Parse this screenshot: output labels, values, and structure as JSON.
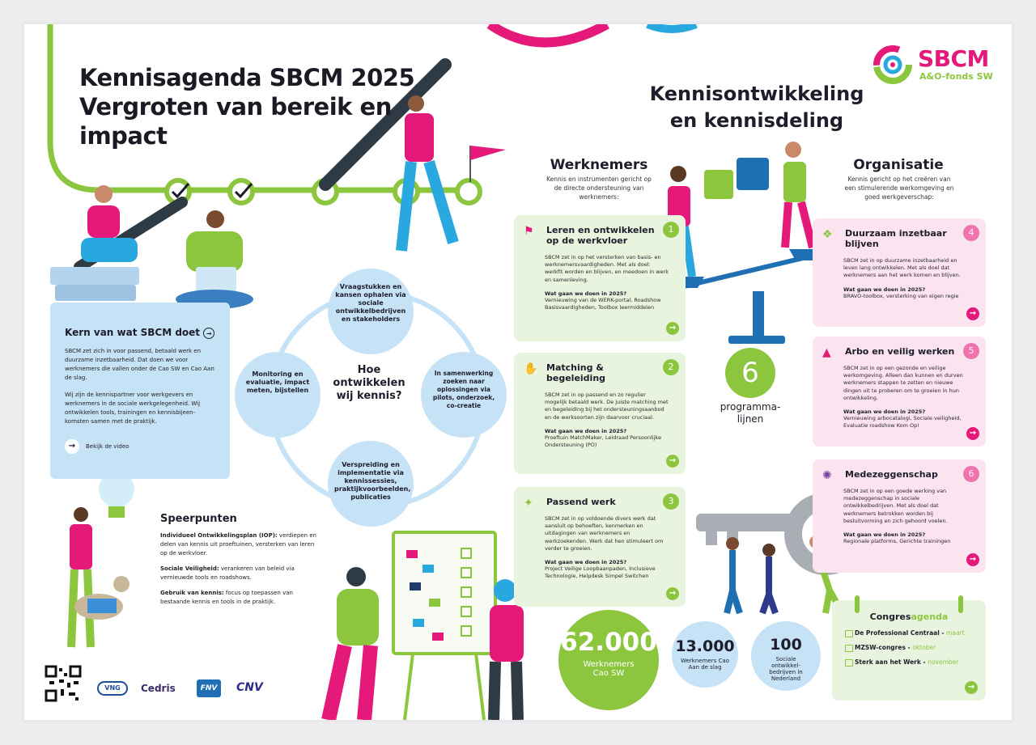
{
  "title_lines": [
    "Kennisagenda SBCM 2025",
    "Vergroten van bereik en",
    "impact"
  ],
  "logo": {
    "name": "SBCM",
    "sub": "A&O-fonds SW"
  },
  "right_title": [
    "Kennisontwikkeling",
    "en kennisdeling"
  ],
  "werknemers": {
    "heading": "Werknemers",
    "sub": "Kennis en instrumenten gericht op de directe ondersteuning van werknemers:"
  },
  "organisatie": {
    "heading": "Organisatie",
    "sub": "Kennis gericht op het creëren van een stimulerende werkomgeving en goed werkgeverschap:"
  },
  "kern": {
    "title": "Kern van wat SBCM doet",
    "p1": "SBCM zet zich in voor passend, betaald werk en duurzame inzetbaarheid. Dat doen we voor werknemers die vallen onder de Cao SW en Cao Aan de slag.",
    "p2": "Wij zijn de kennispartner voor werkgevers en werknemers in de sociale werkgelegenheid. Wij ontwikkelen tools, trainingen en kennisbijeen-komsten samen met de praktijk.",
    "video": "Bekijk de video"
  },
  "cycle": {
    "center": "Hoe ontwikkelen wij kennis?",
    "top": "Vraagstukken en kansen ophalen via sociale ontwikkelbedrijven en stakeholders",
    "right": "In samenwerking zoeken naar oplossingen via pilots, onderzoek, co-creatie",
    "bottom": "Verspreiding en implementatie via kennissessies, praktijkvoorbeelden, publicaties",
    "left": "Monitoring en evaluatie, impact meten, bijstellen"
  },
  "speerpunten": {
    "title": "Speerpunten",
    "items": [
      {
        "label": "Individueel Ontwikkelingsplan (IOP):",
        "text": " verdiepen en delen van kennis uit proeftuinen, versterken van leren op de werkvloer."
      },
      {
        "label": "Sociale Veiligheid:",
        "text": " verankeren van beleid via vernieuwde tools en roadshows."
      },
      {
        "label": "Gebruik van kennis:",
        "text": " focus op toepassen van bestaande kennis en tools in de praktijk."
      }
    ]
  },
  "partners": [
    "VNG",
    "Cedris",
    "FNV",
    "CNV"
  ],
  "cards_left": [
    {
      "num": "1",
      "title": "Leren en ontwikkelen op de werkvloer",
      "desc": "SBCM zet in op het versterken van basis- en werknemersvaardigheden. Met als doel: werkfit worden en blijven, en meedoen in werk en samenleving.",
      "wh": "Wat gaan we doen in 2025?",
      "ans": "Vernieuwing van de WERK-portal, Roadshow Basisvaardigheden, Toolbox leermiddelen"
    },
    {
      "num": "2",
      "title": "Matching & begeleiding",
      "desc": "SBCM zet in op passend en zo regulier mogelijk betaald werk. De juiste matching met en begeleiding bij het ondersteuningsaanbod en de werksoorten zijn daarvoor cruciaal.",
      "wh": "Wat gaan we doen in 2025?",
      "ans": "Proeftuin MatchMaker, Leidraad Persoonlijke Ondersteuning (PO)"
    },
    {
      "num": "3",
      "title": "Passend werk",
      "desc": "SBCM zet in op voldoende divers werk dat aansluit op behoeften, kenmerken en uitdagingen van werknemers en werkzoekenden. Werk dat hen stimuleert om verder te groeien.",
      "wh": "Wat gaan we doen in 2025?",
      "ans": "Project Veilige Loopbaanpaden, Inclusieve Technologie, Helpdesk Simpel Switchen"
    }
  ],
  "cards_right": [
    {
      "num": "4",
      "title": "Duurzaam inzetbaar blijven",
      "desc": "SBCM zet in op duurzame inzetbaarheid en leven lang ontwikkelen. Met als doel dat werknemers aan het werk komen en blijven.",
      "wh": "Wat gaan we doen in 2025?",
      "ans": "BRAVO-toolbox, versterking van eigen regie"
    },
    {
      "num": "5",
      "title": "Arbo en veilig werken",
      "desc": "SBCM zet in op een gezonde en veilige werkomgeving. Alleen dan kunnen en durven werknemers stappen te zetten en nieuwe dingen uit te proberen om te groeien in hun ontwikkeling.",
      "wh": "Wat gaan we doen in 2025?",
      "ans": "Vernieuwing arbocatalogi, Sociale veiligheid, Evaluatie roadshow Kom Op!"
    },
    {
      "num": "6",
      "title": "Medezeggenschap",
      "desc": "SBCM zet in op een goede werking van medezeggenschap in sociale ontwikkelbedrijven. Met als doel dat werknemers betrokken worden bij besluitvorming en zich gehoord voelen.",
      "wh": "Wat gaan we doen in 2025?",
      "ans": "Regionale platforms, Gerichte trainingen"
    }
  ],
  "programma": {
    "num": "6",
    "label1": "programma-",
    "label2": "lijnen"
  },
  "stats": [
    {
      "value": "62.000",
      "label": "Werknemers Cao SW"
    },
    {
      "value": "13.000",
      "label": "Werknemers Cao Aan de slag"
    },
    {
      "value": "100",
      "label": "Sociale ontwikkel-bedrijven in Nederland"
    }
  ],
  "congres": {
    "title_a": "Congres",
    "title_b": "agenda",
    "items": [
      {
        "name": "De Professional Centraal - ",
        "when": "maart"
      },
      {
        "name": "MZSW-congres - ",
        "when": "oktober"
      },
      {
        "name": "Sterk aan het Werk - ",
        "when": "november"
      }
    ]
  },
  "colors": {
    "green": "#8cc63f",
    "pink": "#e4197a",
    "blue": "#c6e2f6",
    "navy": "#1d1d2b"
  }
}
